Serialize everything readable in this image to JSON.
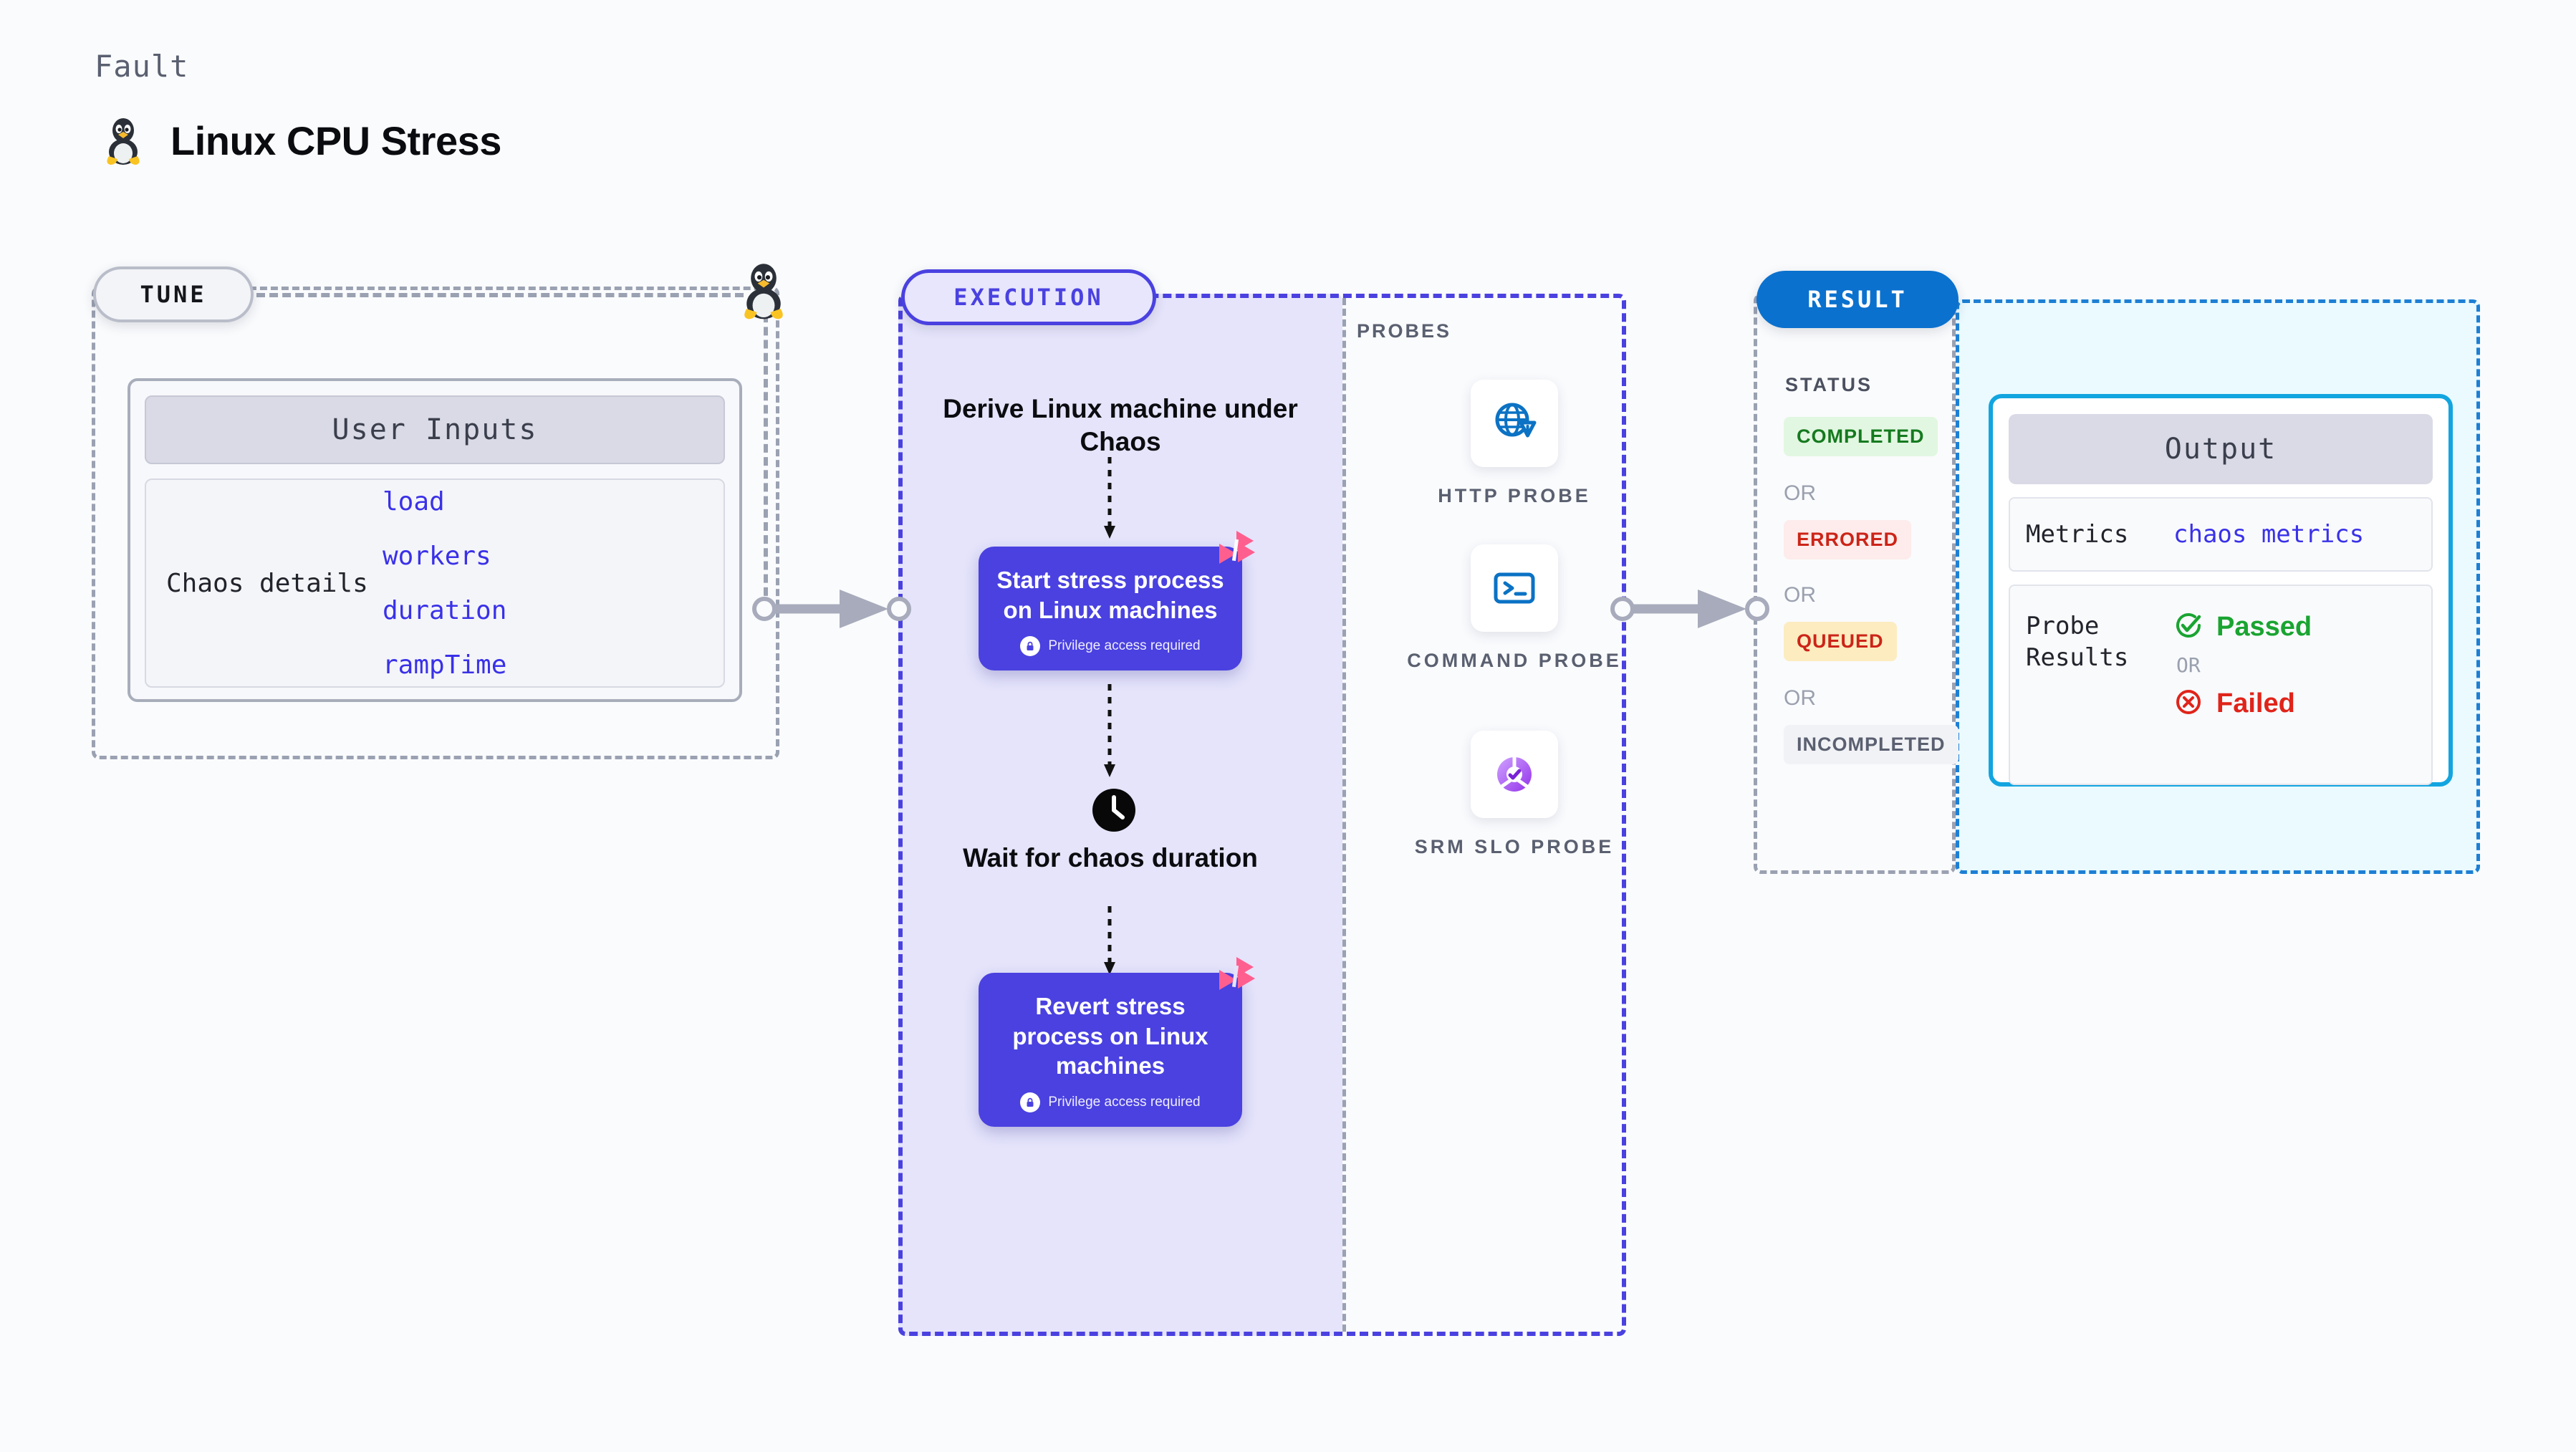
{
  "header": {
    "kicker": "Fault",
    "title": "Linux CPU Stress",
    "icon": "linux-tux-icon"
  },
  "tune": {
    "pill_label": "TUNE",
    "icon": "linux-tux-icon",
    "card": {
      "header": "User Inputs",
      "row_label": "Chaos details",
      "params": [
        "load",
        "workers",
        "duration",
        "rampTime"
      ]
    }
  },
  "execution": {
    "pill_label": "EXECUTION",
    "derive_label": "Derive Linux machine under Chaos",
    "nodes": [
      {
        "title": "Start stress process on Linux machines",
        "subtitle": "Privilege access required",
        "lock_icon": "lock-icon",
        "logo_icon": "harness-logo-icon"
      },
      {
        "title": "Revert stress process on Linux machines",
        "subtitle": "Privilege access required",
        "lock_icon": "lock-icon",
        "logo_icon": "harness-logo-icon"
      }
    ],
    "wait": {
      "icon": "clock-icon",
      "label": "Wait for chaos duration"
    }
  },
  "probes": {
    "section_label": "PROBES",
    "items": [
      {
        "caption": "HTTP PROBE",
        "icon": "globe-warning-icon"
      },
      {
        "caption": "COMMAND PROBE",
        "icon": "terminal-icon"
      },
      {
        "caption": "SRM SLO PROBE",
        "icon": "slo-donut-check-icon"
      }
    ]
  },
  "result": {
    "pill_label": "RESULT",
    "status_label": "STATUS",
    "or_label": "OR",
    "statuses": [
      {
        "label": "COMPLETED",
        "bg": "#e2f7e1",
        "fg": "#157a1f"
      },
      {
        "label": "ERRORED",
        "bg": "#fdeceb",
        "fg": "#cc2418"
      },
      {
        "label": "QUEUED",
        "bg": "#fcecc0",
        "fg": "#cc2418"
      },
      {
        "label": "INCOMPLETED",
        "bg": "#f1f2f6",
        "fg": "#5a6070"
      }
    ],
    "output": {
      "header": "Output",
      "metrics_label": "Metrics",
      "metrics_value": "chaos metrics",
      "probe_results_label": "Probe Results",
      "passed_label": "Passed",
      "failed_label": "Failed",
      "or_label": "OR",
      "passed_icon": "check-circle-icon",
      "failed_icon": "x-circle-icon"
    }
  },
  "colors": {
    "brand_purple": "#4a41e0",
    "result_blue": "#0b71ce",
    "output_cyan": "#12a5e0",
    "pink_logo": "#ff5f8f"
  }
}
